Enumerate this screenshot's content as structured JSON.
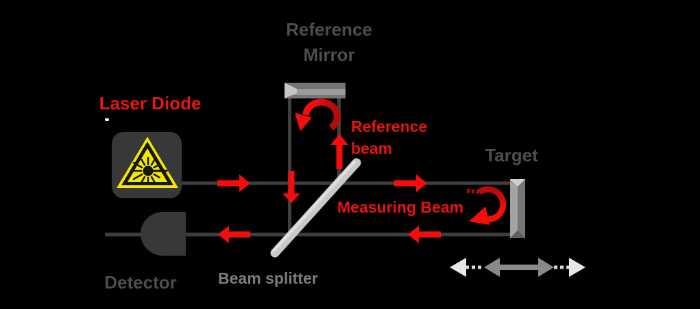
{
  "diagram_type": "michelson-interferometer-schematic",
  "labels": {
    "reference_mirror_line1": "Reference",
    "reference_mirror_line2": "Mirror",
    "laser_diode": "Laser Diode",
    "reference_beam_line1": "Reference",
    "reference_beam_line2": "beam",
    "measuring_beam": "Measuring Beam",
    "target": "Target",
    "detector": "Detector",
    "beam_splitter": "Beam splitter"
  },
  "icons": {
    "laser_diode": "laser-hazard-warning-triangle",
    "detector": "photodiode-symbol",
    "reference_mirror": "3d-mirror-bar",
    "target": "3d-target-bar",
    "beam_splitter": "diagonal-glass-plate",
    "motion": "double-headed-motion-arrow"
  },
  "colors": {
    "background": "#000000",
    "label_gray": "#4d4d4d",
    "label_gray_light": "#7d7d7d",
    "red_text": "#e81414",
    "red_arrow": "#f50d0d",
    "red_dark": "#b50b0b",
    "beam_line": "#3f3f3f",
    "component_dark": "#383838",
    "warning_yellow": "#f2e800",
    "warning_black": "#161616",
    "splitter_gray": "#c9c9c9",
    "splitter_highlight": "#e0e0e0",
    "mirror_face": "#9b9b9b",
    "mirror_top": "#747474",
    "mirror_bevel": "#c6c6c6",
    "target_left": "#a3a3a3",
    "target_right": "#767676",
    "target_top": "#d0d0d0",
    "target_bottom": "#5e5e5e",
    "motion_dark": "#8a8a8a",
    "motion_light": "#e8e8e8",
    "motion_dots": "#d9d9d9",
    "white_dot": "#ffffff"
  }
}
